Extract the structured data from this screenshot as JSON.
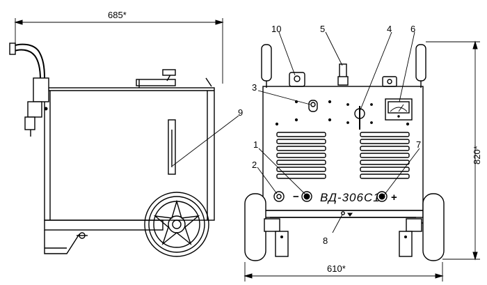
{
  "dimensions": {
    "width_label": "685*",
    "front_width_label": "610*",
    "height_label": "820*"
  },
  "callouts": [
    "1",
    "2",
    "3",
    "4",
    "5",
    "6",
    "7",
    "8",
    "9",
    "10"
  ],
  "panel": {
    "brand": "ВД-306С1",
    "minus_sign": "−",
    "plus_sign": "+"
  }
}
